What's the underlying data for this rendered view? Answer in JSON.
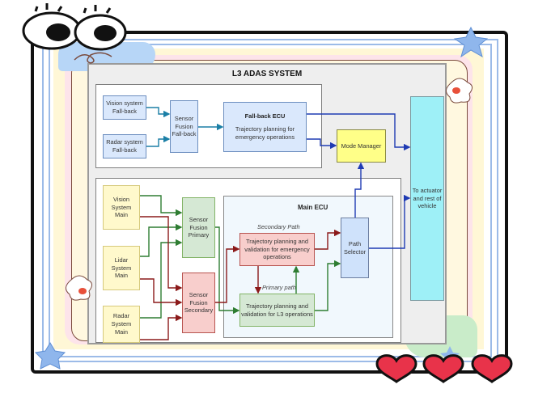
{
  "diagram": {
    "title": "L3 ADAS SYSTEM",
    "fallback_group": {
      "vision": "Vision system Fall-back",
      "radar": "Radar system Fall-back",
      "fusion": "Sensor Fusion Fall-back",
      "ecu_title": "Fall-back ECU",
      "ecu_desc": "Trajectory planning for emergency operations"
    },
    "mode_manager": "Mode Manager",
    "actuator": "To actuator and rest of vehicle",
    "main_group": {
      "vision": "Vision System Main",
      "lidar": "Lidar System Main",
      "radar": "Radar System Main",
      "fusion_primary": "Sensor Fusion Primary",
      "fusion_secondary": "Sensor Fusion Secondary",
      "main_ecu_title": "Main ECU",
      "secondary_path_label": "Secondary Path",
      "primary_path_label": "Primary path",
      "traj_emergency": "Trajectory planning and validation for emergency operations",
      "traj_l3": "Trajectory planning and validation for L3 operations",
      "path_selector": "Path Selector"
    },
    "colors": {
      "blue_line": "#1f3bb3",
      "teal_line": "#1b7fa6",
      "green_line": "#2e7d32",
      "red_line": "#8b1a1a"
    }
  }
}
